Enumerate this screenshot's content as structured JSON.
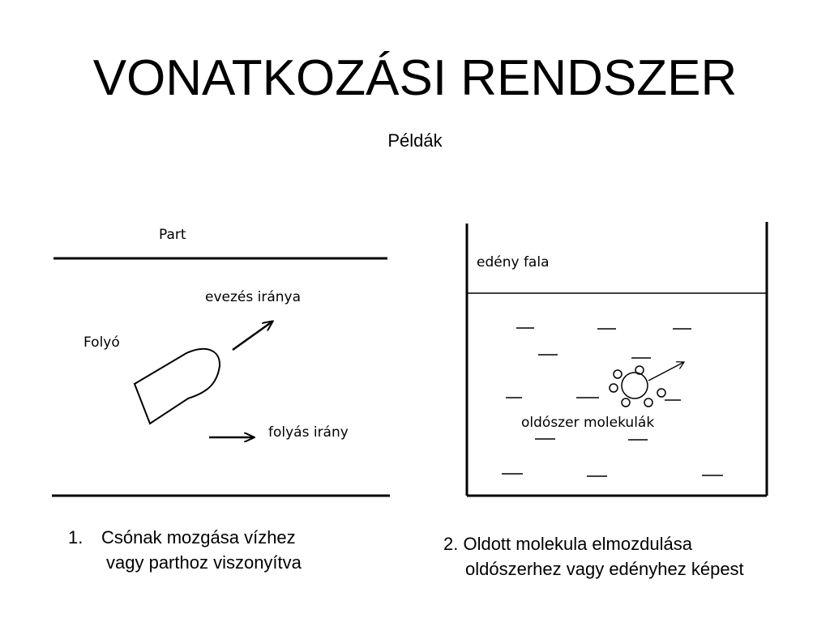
{
  "title": "VONATKOZÁSI RENDSZER",
  "subtitle": "Példák",
  "left_diagram": {
    "bank_label": "Part",
    "rowing_label": "evezés iránya",
    "river_label": "Folyó",
    "flow_label": "folyás irány"
  },
  "right_diagram": {
    "wall_label": "edény fala",
    "solvent_label": "oldószer molekulák"
  },
  "captions": {
    "first_number": "1.",
    "first_line1": "Csónak mozgása vízhez",
    "first_line2": "vagy parthoz viszonyítva",
    "second_line1": "2. Oldott molekula elmozdulása",
    "second_line2": "oldószerhez vagy edényhez képest"
  }
}
